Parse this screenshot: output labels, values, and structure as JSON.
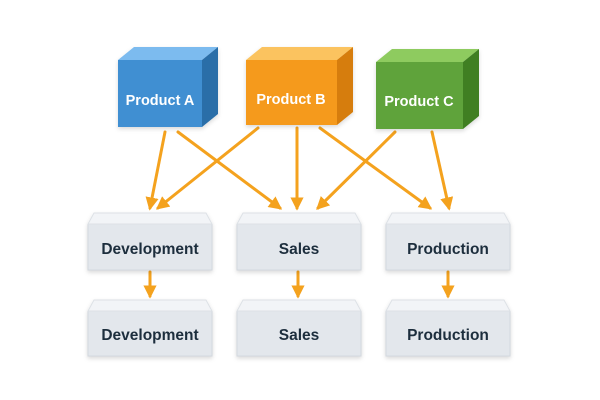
{
  "products": [
    {
      "label": "Product A",
      "front": "#3f8fd2",
      "top": "#7cbbef",
      "side": "#2a6ea8"
    },
    {
      "label": "Product B",
      "front": "#f59a1c",
      "top": "#fbc35f",
      "side": "#d67d07"
    },
    {
      "label": "Product C",
      "front": "#5ea33a",
      "top": "#8ecb5f",
      "side": "#3f7f22"
    }
  ],
  "departments_row1": [
    {
      "label": "Development"
    },
    {
      "label": "Sales"
    },
    {
      "label": "Production"
    }
  ],
  "departments_row2": [
    {
      "label": "Development"
    },
    {
      "label": "Sales"
    },
    {
      "label": "Production"
    }
  ],
  "colors": {
    "arrow": "#f4a21e",
    "box_top": "#f2f4f7",
    "box_front": "#e3e7ec",
    "box_text": "#1f2d3d"
  }
}
